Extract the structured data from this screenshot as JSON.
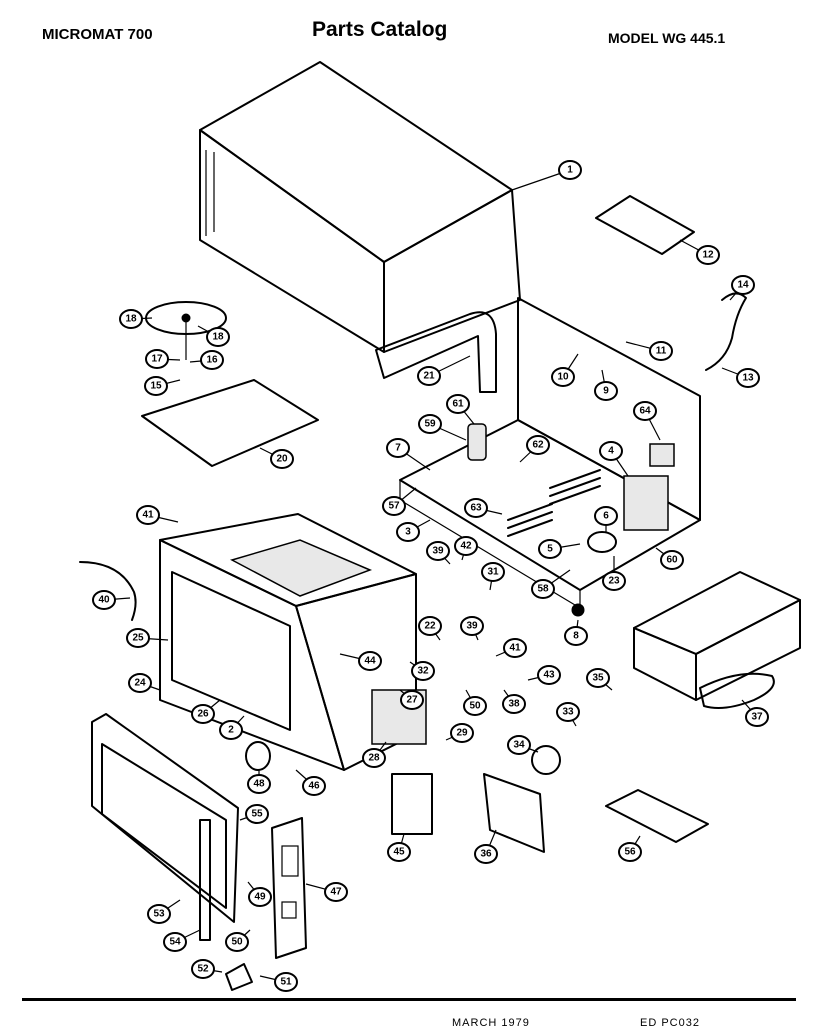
{
  "header": {
    "left": "MICROMAT 700",
    "center": "Parts Catalog",
    "right": "MODEL WG 445.1"
  },
  "footer": {
    "date": "MARCH 1979",
    "code": "ED PC032"
  },
  "callouts": [
    "1",
    "12",
    "14",
    "13",
    "11",
    "10",
    "9",
    "18",
    "18",
    "17",
    "16",
    "15",
    "21",
    "20",
    "61",
    "59",
    "7",
    "62",
    "64",
    "4",
    "57",
    "3",
    "63",
    "6",
    "5",
    "60",
    "58",
    "23",
    "41",
    "39",
    "42",
    "31",
    "40",
    "22",
    "25",
    "39",
    "41",
    "44",
    "32",
    "43",
    "24",
    "27",
    "50",
    "38",
    "35",
    "26",
    "2",
    "28",
    "29",
    "33",
    "37",
    "48",
    "46",
    "34",
    "8",
    "55",
    "45",
    "36",
    "56",
    "53",
    "49",
    "47",
    "54",
    "50",
    "52",
    "51"
  ]
}
